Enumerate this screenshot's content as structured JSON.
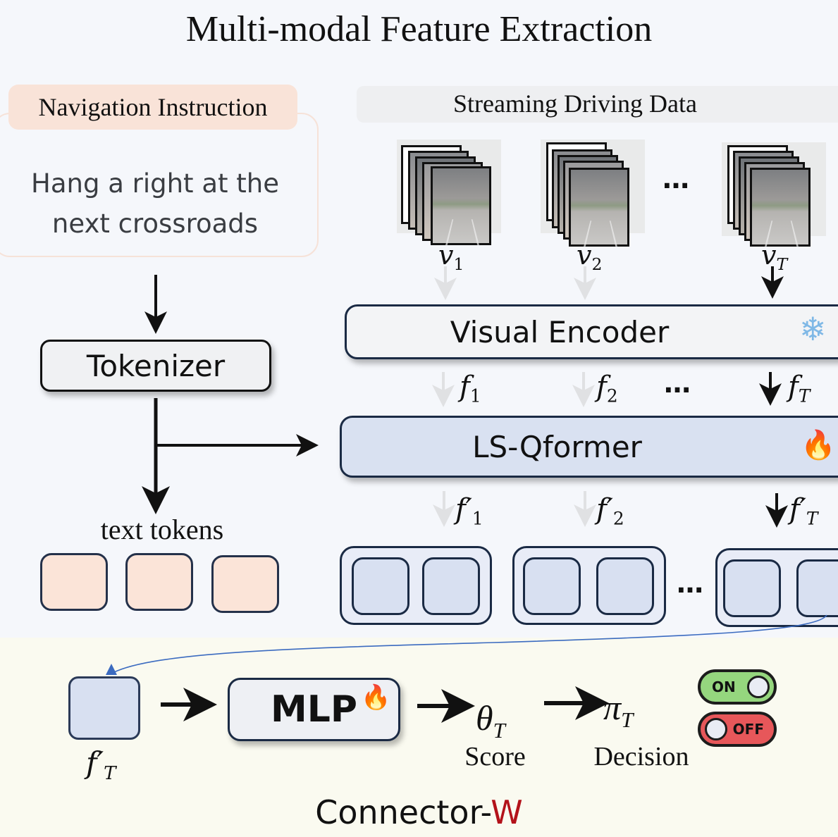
{
  "title": "Multi-modal Feature Extraction",
  "navigation": {
    "header": "Navigation Instruction",
    "instruction_line1": "Hang a right at the",
    "instruction_line2": "next crossroads"
  },
  "streaming": {
    "header": "Streaming Driving Data",
    "frames": [
      {
        "label": "v",
        "sub": "1"
      },
      {
        "label": "v",
        "sub": "2"
      },
      {
        "label": "v",
        "sub": "T"
      }
    ],
    "ellipsis": "…"
  },
  "modules": {
    "tokenizer": "Tokenizer",
    "visual_encoder": "Visual Encoder",
    "visual_encoder_status_icon": "snowflake-icon (frozen)",
    "ls_qformer": "LS-Qformer",
    "ls_qformer_status_icon": "fire-icon (trainable)",
    "mlp": "MLP",
    "mlp_status_icon": "fire-icon (trainable)"
  },
  "features": {
    "encoded": [
      {
        "label": "f",
        "sub": "1",
        "active": false
      },
      {
        "label": "f",
        "sub": "2",
        "active": false
      },
      {
        "label": "f",
        "sub": "T",
        "active": true
      }
    ],
    "qformer_out": [
      {
        "label": "f′",
        "sub": "1",
        "active": false
      },
      {
        "label": "f′",
        "sub": "2",
        "active": false
      },
      {
        "label": "f′",
        "sub": "T",
        "active": true
      }
    ],
    "ellipsis": "…"
  },
  "text_tokens": {
    "label": "text tokens",
    "count": 3
  },
  "connector": {
    "input_label": "f′",
    "input_sub": "T",
    "theta": "θ",
    "theta_sub": "T",
    "score_label": "Score",
    "pi": "π",
    "pi_sub": "T",
    "decision_label": "Decision",
    "toggle_on": "ON",
    "toggle_off": "OFF",
    "name_prefix": "Connector-",
    "name_suffix": "W",
    "name_suffix_color": "#b3121a"
  },
  "colors": {
    "text_token_fill": "#fbe4d8",
    "visual_token_fill": "#d8e0f1",
    "qformer_fill": "#d9e1f1",
    "bottom_band": "#fafaf0",
    "toggle_on": "#95d67e",
    "toggle_off": "#e7575a"
  },
  "icons": {
    "snowflake": "❄",
    "fire": "🔥"
  }
}
